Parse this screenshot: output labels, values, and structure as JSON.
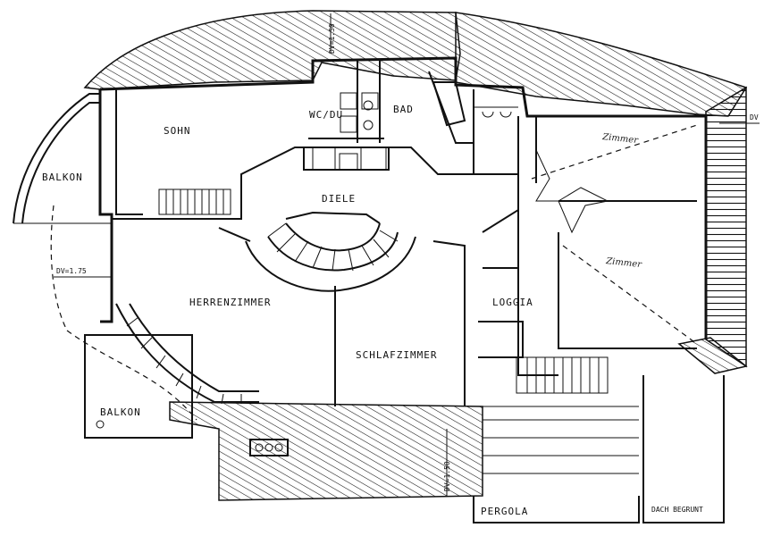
{
  "rooms": {
    "sohn": "SOHN",
    "wc_du": "WC/DU",
    "bad": "BAD",
    "balkon_left": "BALKON",
    "diele": "DIELE",
    "herrenzimmer": "HERRENZIMMER",
    "schlafzimmer": "SCHLAFZIMMER",
    "loggia": "LOGGIA",
    "balkon_bottom": "BALKON",
    "pergola": "PERGOLA",
    "dach_begrunt": "DACH BEGRUNT",
    "zimmer_upper": "Zimmer",
    "zimmer_lower": "Zimmer"
  },
  "annotations": {
    "dv_top": "DV=1.50",
    "dv_left": "DV=1.75",
    "dv_bottom": "DV=1.50",
    "dv_right": "DV"
  }
}
